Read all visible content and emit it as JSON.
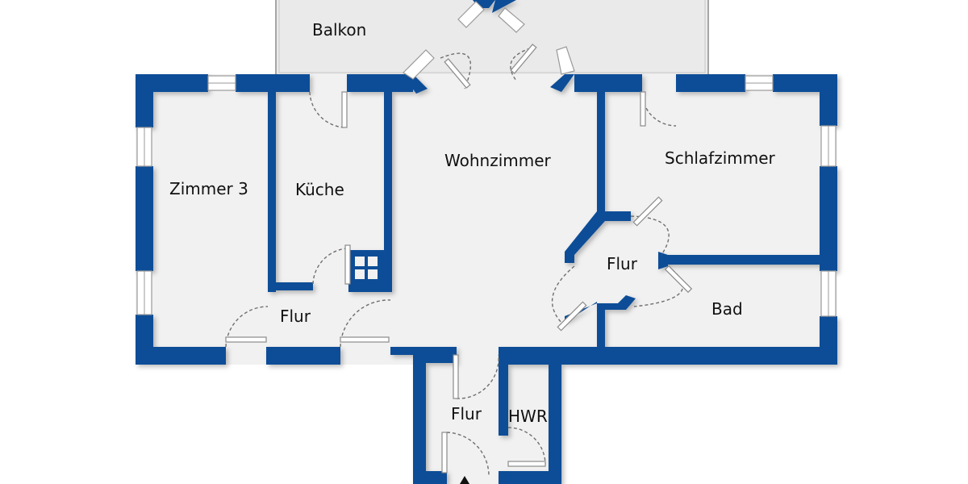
{
  "plan": {
    "rooms": [
      {
        "id": "balkon",
        "label": "Balkon"
      },
      {
        "id": "wohnzimmer",
        "label": "Wohnzimmer"
      },
      {
        "id": "schlafzimmer",
        "label": "Schlafzimmer"
      },
      {
        "id": "zimmer3",
        "label": "Zimmer 3"
      },
      {
        "id": "kueche",
        "label": "Küche"
      },
      {
        "id": "flur_left",
        "label": "Flur"
      },
      {
        "id": "flur_right",
        "label": "Flur"
      },
      {
        "id": "bad",
        "label": "Bad"
      },
      {
        "id": "flur_entry",
        "label": "Flur"
      },
      {
        "id": "hwr",
        "label": "HWR"
      }
    ],
    "colors": {
      "wall": "#0d4d97",
      "floor": "#f1f1f1",
      "balcony": "#eaeaea",
      "background": "#ffffff"
    }
  }
}
